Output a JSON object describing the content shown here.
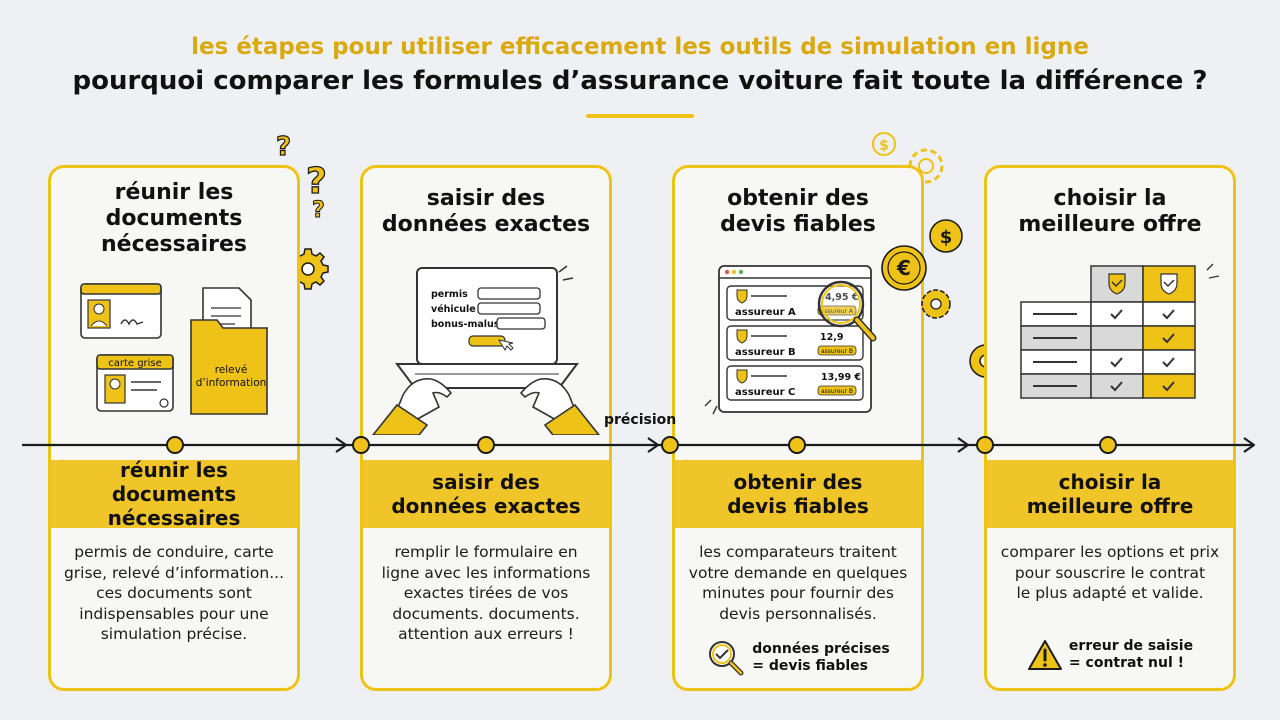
{
  "header": {
    "subtitle": "les étapes pour utiliser efficacement les outils de simulation en ligne",
    "title": "pourquoi comparer les formules d’assurance voiture fait toute la différence ?"
  },
  "timeline": {
    "label": "précision"
  },
  "colors": {
    "accent": "#efc218",
    "band": "#f0c52a",
    "text": "#111111",
    "background": "#eef0f3"
  },
  "steps": [
    {
      "title_lines": [
        "réunir les",
        "documents",
        "nécessaires"
      ],
      "band_lines": [
        "réunir les documents",
        "nécessaires"
      ],
      "desc_lines": [
        "permis de conduire, carte",
        "grise, relevé d’information...",
        "ces documents sont",
        "indispensables pour une",
        "simulation précise."
      ],
      "illus": {
        "card_label": "carte grise",
        "folder_lines": [
          "relevé",
          "d’information"
        ]
      }
    },
    {
      "title_lines": [
        "saisir des",
        "données exactes"
      ],
      "band_lines": [
        "saisir des",
        "données exactes"
      ],
      "desc_lines": [
        "remplir le formulaire en",
        "ligne avec les informations",
        "exactes tirées de vos",
        "documents. documents.",
        "attention aux erreurs !"
      ],
      "illus": {
        "fields": [
          "permis",
          "véhicule",
          "bonus-malus"
        ]
      }
    },
    {
      "title_lines": [
        "obtenir des",
        "devis fiables"
      ],
      "band_lines": [
        "obtenir des",
        "devis fiables"
      ],
      "desc_lines": [
        "les comparateurs traitent",
        "votre demande en quelques",
        "minutes pour fournir des",
        "devis personnalisés."
      ],
      "note_lines": [
        "données précises",
        "= devis fiables"
      ],
      "illus": {
        "quotes": [
          {
            "name": "assureur A",
            "price": "4,95 €",
            "tag": "assureur A"
          },
          {
            "name": "assureur B",
            "price": "12,9",
            "tag": "assureur B"
          },
          {
            "name": "assureur C",
            "price": "13,99 €",
            "tag": "assureur B"
          }
        ],
        "coin_symbols": [
          "€",
          "$",
          "$"
        ]
      }
    },
    {
      "title_lines": [
        "choisir la",
        "meilleure offre"
      ],
      "band_lines": [
        "choisir la",
        "meilleure offre"
      ],
      "desc_lines": [
        "comparer les options et prix",
        "pour souscrire le contrat",
        "le plus adapté et valide."
      ],
      "note_lines": [
        "erreur de saisie",
        "= contrat nul !"
      ],
      "illus": {}
    }
  ]
}
